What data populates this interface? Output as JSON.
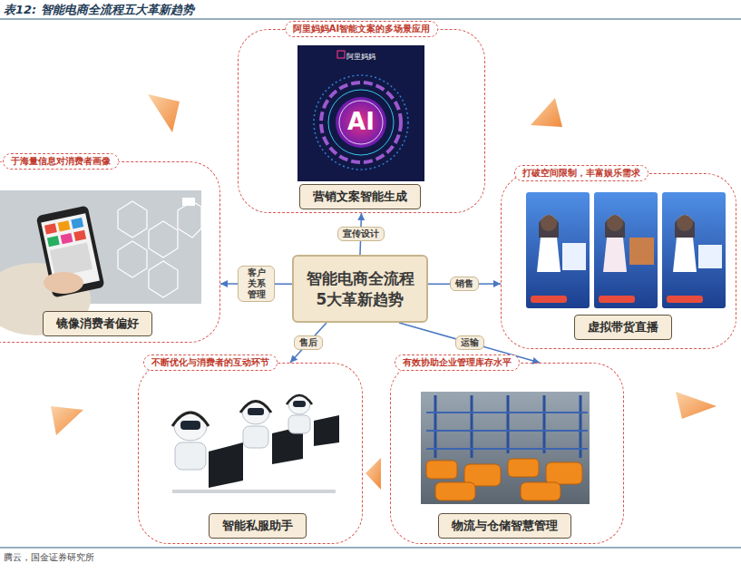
{
  "diagram": {
    "title": "表12: 智能电商全流程五大革新趋势",
    "caption": "腾云，国金证券研究所",
    "nodes": [
      {
        "text": [
          "阿里妈妈AI智能文案的多场景应用"
        ]
      },
      {
        "text": [
          "营销文案智能生成"
        ],
        "in": 0
      },
      {
        "text": [
          "于海量信息对消费者画像"
        ]
      },
      {
        "text": [
          "镜像消费者偏好"
        ],
        "in": 2
      },
      {
        "text": [
          "智能电商全流程 5大革新趋势"
        ]
      },
      {
        "text": [
          "打破空间限制，丰富娱乐需求"
        ]
      },
      {
        "text": [
          "虚拟带货直播"
        ],
        "in": 5
      },
      {
        "text": [
          "不断优化与消费者的互动环节"
        ]
      },
      {
        "text": [
          "智能私服助手"
        ],
        "in": 7
      },
      {
        "text": [
          "有效协助企业管理库存水平"
        ]
      },
      {
        "text": [
          "物流与仓储智慧管理"
        ],
        "in": 9
      }
    ],
    "edges": [
      {
        "from": 4,
        "to": 0,
        "label": "宣传设计",
        "arrow": "to"
      },
      {
        "from": 4,
        "to": 2,
        "label": "客户关系管理",
        "arrow": "to"
      },
      {
        "from": 4,
        "to": 5,
        "label": "销售",
        "arrow": "to"
      },
      {
        "from": 4,
        "to": 7,
        "label": "售后",
        "arrow": "to"
      },
      {
        "from": 4,
        "to": 9,
        "label": "运输",
        "arrow": "to"
      }
    ],
    "labels": [
      "阿里妈妈",
      "AI"
    ]
  }
}
